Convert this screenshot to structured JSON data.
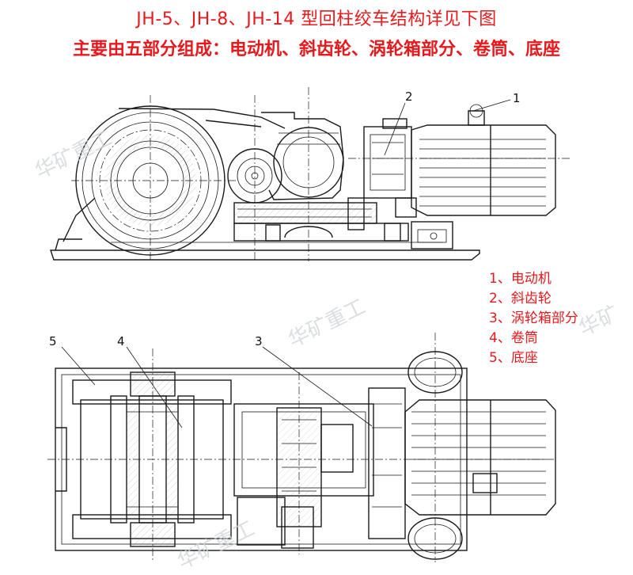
{
  "header": {
    "title": "JH-5、JH-8、JH-14 型回柱绞车结构详见下图",
    "subtitle": "主要由五部分组成：电动机、斜齿轮、涡轮箱部分、卷筒、底座"
  },
  "legend": {
    "items": [
      "1、电动机",
      "2、斜齿轮",
      "3、涡轮箱部分",
      "4、卷筒",
      "5、底座"
    ]
  },
  "callouts": {
    "top": [
      "1",
      "2"
    ],
    "bottom": [
      "5",
      "4",
      "3"
    ]
  },
  "watermarks": [
    "华矿重工",
    "华矿重工",
    "华矿",
    "华矿重工"
  ],
  "colors": {
    "accent": "#e8191c",
    "line": "#1a1a1a",
    "watermark": "#cfd3d8"
  }
}
